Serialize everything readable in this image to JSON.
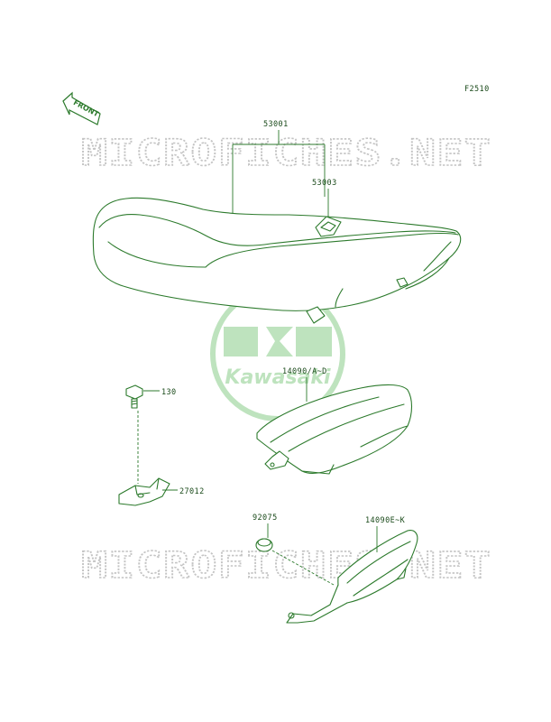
{
  "figure_code": "F2510",
  "front_arrow_text": "FRONT",
  "watermark_text": "MICROFICHES.NET",
  "logo_text": "Kawasaki",
  "parts": [
    {
      "number": "53001"
    },
    {
      "number": "53003"
    },
    {
      "number": "14090/A~D"
    },
    {
      "number": "130"
    },
    {
      "number": "27012"
    },
    {
      "number": "92075"
    },
    {
      "number": "14090E~K"
    }
  ],
  "colors": {
    "line": "#2c7a2c",
    "watermark": "#c4c4c4",
    "logo": "#b7e0b7"
  }
}
